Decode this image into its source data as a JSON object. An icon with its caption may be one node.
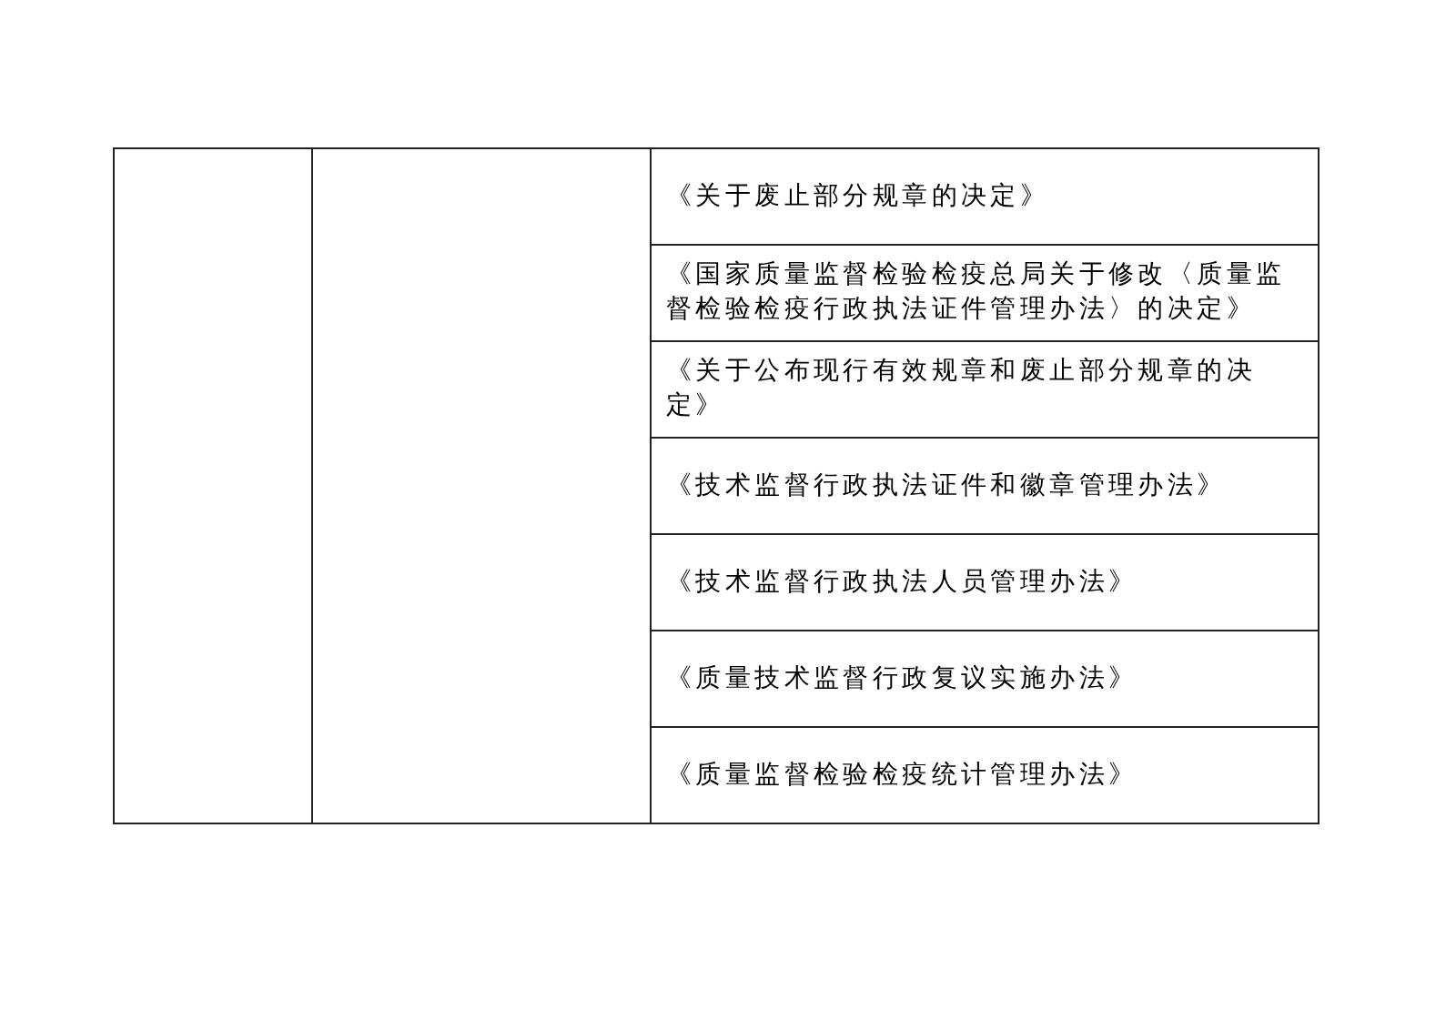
{
  "diagram": {
    "labels": [
      "《关于废止部分规章的决定》",
      "《国家质量监督检验检疫总局关于修改〈质量监督检验检疫行政执法证件管理办法〉的决定》",
      "《关于公布现行有效规章和废止部分规章的决定》",
      "《技术监督行政执法证件和徽章管理办法》",
      "《技术监督行政执法人员管理办法》",
      "《质量技术监督行政复议实施办法》",
      "《质量监督检验检疫统计管理办法》"
    ]
  }
}
